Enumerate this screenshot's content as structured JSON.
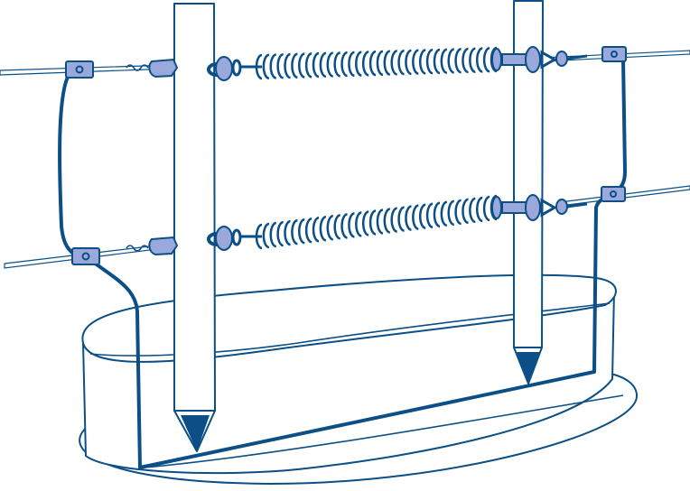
{
  "diagram": {
    "colors": {
      "line": "#0b4f86",
      "part_fill": "#9aa8dc",
      "background": "#ffffff"
    },
    "components": [
      "fence-post-left",
      "fence-post-right",
      "tape-wire-top",
      "tape-wire-bottom",
      "spring-insulator-top",
      "spring-insulator-bottom",
      "wire-clamp",
      "jumper-cable",
      "water-tub"
    ]
  }
}
